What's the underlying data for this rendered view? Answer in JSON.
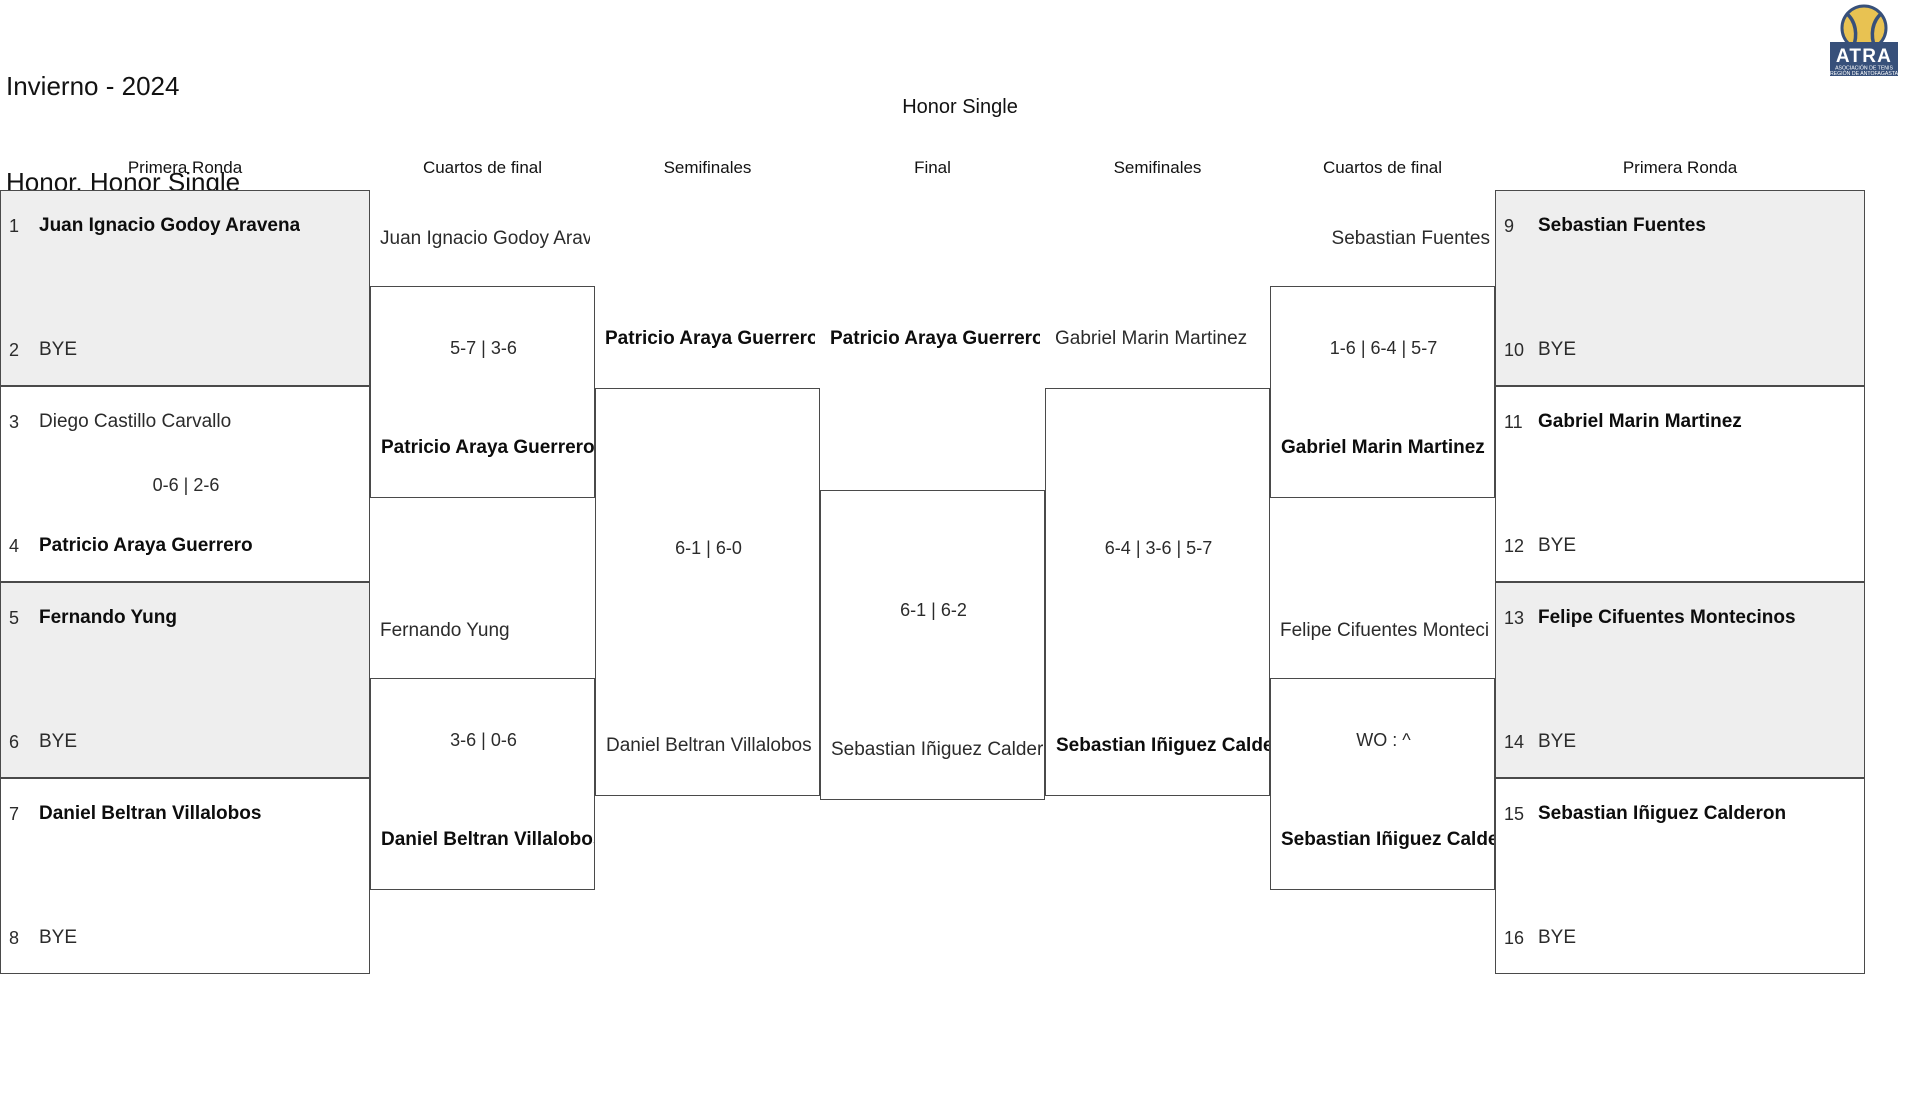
{
  "header": {
    "line1": "Invierno - 2024",
    "line2": "Honor. Honor Single",
    "bracket_title": "Honor Single",
    "logo": {
      "name": "atra-logo",
      "acronym": "ATRA",
      "sub1": "ASOCIACIÓN DE TENIS",
      "sub2": "REGIÓN DE ANTOFAGASTA",
      "navy": "#37507a",
      "ball": "#e8c252"
    }
  },
  "columns": {
    "left": [
      "Primera Ronda",
      "Cuartos de final",
      "Semifinales"
    ],
    "center": "Final",
    "right": [
      "Semifinales",
      "Cuartos de final",
      "Primera Ronda"
    ]
  },
  "colors": {
    "shaded_row": "#eeeeee",
    "border": "#4a4a4a",
    "winner_text": "#0d0d0d",
    "loser_text": "#2b2b2b"
  },
  "bracket": {
    "left": {
      "round1": [
        {
          "shaded": true,
          "top": {
            "seed": "1",
            "name": "Juan Ignacio Godoy Aravena",
            "winner": true
          },
          "bot": {
            "seed": "2",
            "name": "BYE",
            "winner": false
          },
          "score": ""
        },
        {
          "shaded": false,
          "top": {
            "seed": "3",
            "name": "Diego Castillo Carvallo",
            "winner": false
          },
          "bot": {
            "seed": "4",
            "name": "Patricio Araya Guerrero",
            "winner": true
          },
          "score": "0-6 | 2-6"
        },
        {
          "shaded": true,
          "top": {
            "seed": "5",
            "name": "Fernando Yung",
            "winner": true
          },
          "bot": {
            "seed": "6",
            "name": "BYE",
            "winner": false
          },
          "score": ""
        },
        {
          "shaded": false,
          "top": {
            "seed": "7",
            "name": "Daniel Beltran Villalobos",
            "winner": true
          },
          "bot": {
            "seed": "8",
            "name": "BYE",
            "winner": false
          },
          "score": ""
        }
      ],
      "quarters": [
        {
          "top": {
            "name": "Juan Ignacio Godoy Aravena",
            "winner": false
          },
          "bot": {
            "name": "Patricio Araya Guerrero",
            "winner": true
          },
          "score": "5-7 | 3-6"
        },
        {
          "top": {
            "name": "Fernando Yung",
            "winner": false
          },
          "bot": {
            "name": "Daniel Beltran Villalobos",
            "winner": true
          },
          "score": "3-6 | 0-6"
        }
      ],
      "semis": [
        {
          "top": {
            "name": "Patricio Araya Guerrero",
            "winner": true
          },
          "bot": {
            "name": "Daniel Beltran Villalobos",
            "winner": false
          },
          "score": "6-1 | 6-0"
        }
      ]
    },
    "final": {
      "top": {
        "name": "Patricio Araya Guerrero",
        "winner": true
      },
      "bot": {
        "name": "Sebastian Iñiguez Calderon",
        "winner": false
      },
      "score": "6-1 | 6-2"
    },
    "right": {
      "round1": [
        {
          "shaded": true,
          "top": {
            "seed": "9",
            "name": "Sebastian Fuentes",
            "winner": true
          },
          "bot": {
            "seed": "10",
            "name": "BYE",
            "winner": false
          },
          "score": ""
        },
        {
          "shaded": false,
          "top": {
            "seed": "11",
            "name": "Gabriel Marin Martinez",
            "winner": true
          },
          "bot": {
            "seed": "12",
            "name": "BYE",
            "winner": false
          },
          "score": ""
        },
        {
          "shaded": true,
          "top": {
            "seed": "13",
            "name": "Felipe Cifuentes Montecinos",
            "winner": true
          },
          "bot": {
            "seed": "14",
            "name": "BYE",
            "winner": false
          },
          "score": ""
        },
        {
          "shaded": false,
          "top": {
            "seed": "15",
            "name": "Sebastian Iñiguez Calderon",
            "winner": true
          },
          "bot": {
            "seed": "16",
            "name": "BYE",
            "winner": false
          },
          "score": ""
        }
      ],
      "quarters": [
        {
          "top": {
            "name": "Sebastian Fuentes",
            "winner": false
          },
          "bot": {
            "name": "Gabriel Marin Martinez",
            "winner": true
          },
          "score": "1-6 | 6-4 | 5-7"
        },
        {
          "top": {
            "name": "Felipe Cifuentes Montecinos",
            "winner": false
          },
          "bot": {
            "name": "Sebastian Iñiguez Calderon",
            "winner": true
          },
          "score": "WO : ^"
        }
      ],
      "semis": [
        {
          "top": {
            "name": "Gabriel Marin Martinez",
            "winner": false
          },
          "bot": {
            "name": "Sebastian Iñiguez Calderon",
            "winner": true
          },
          "score": "6-4 | 3-6 | 5-7"
        }
      ]
    }
  }
}
